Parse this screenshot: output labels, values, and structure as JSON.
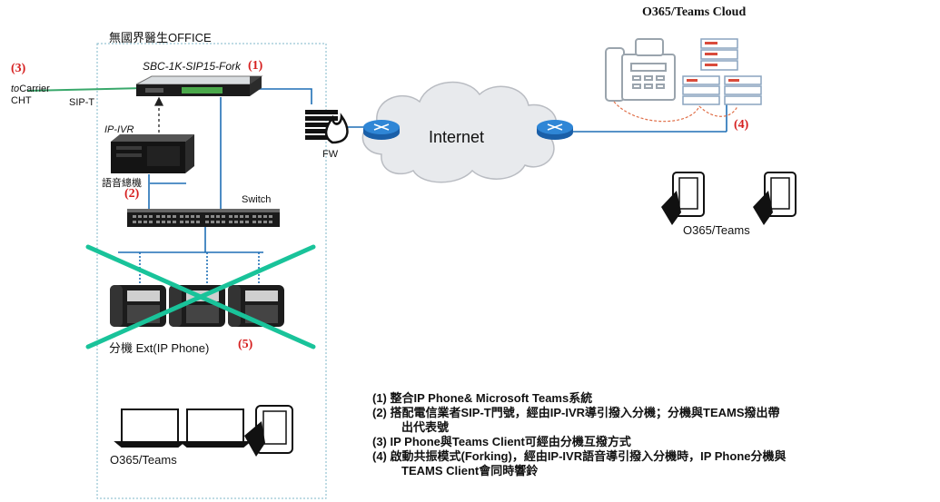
{
  "office": {
    "title": "無國界醫生OFFICE"
  },
  "cloud": {
    "title": "O365/Teams Cloud"
  },
  "carrier": {
    "marker": "(3)",
    "prefix": "to",
    "name": "Carrier",
    "sub": "CHT",
    "link_label": "SIP-T"
  },
  "sbc": {
    "label": "SBC-1K-SIP15-Fork",
    "marker": "(1)"
  },
  "ivr": {
    "label": "IP-IVR",
    "name": "語音總機",
    "marker": "(2)"
  },
  "switch": {
    "label": "Switch"
  },
  "firewall": {
    "label": "FW"
  },
  "internet": {
    "label": "Internet"
  },
  "cloud_marker": "(4)",
  "cloud_devices": {
    "label": "O365/Teams"
  },
  "phones": {
    "label": "分機 Ext(IP Phone)",
    "marker": "(5)"
  },
  "office_devices": {
    "label": "O365/Teams"
  },
  "notes": [
    {
      "line": "(1) 整合IP Phone& Microsoft Teams系統"
    },
    {
      "line": "(2) 搭配電信業者SIP-T門號，經由IP-IVR導引撥入分機；分機與TEAMS撥出帶",
      "cont": "出代表號"
    },
    {
      "line": "(3) IP Phone與Teams Client可經由分機互撥方式"
    },
    {
      "line": "(4) 啟動共振模式(Forking)，經由IP-IVR語音導引撥入分機時，IP Phone分機與",
      "cont": "TEAMS Client會同時響鈴"
    }
  ],
  "colors": {
    "link": "#1f6fb5",
    "cross": "#19c39a",
    "marker": "#d62020",
    "office_border": "#7fb7c9"
  },
  "icons": [
    "router-icon",
    "firewall-icon",
    "server-icon",
    "phone-icon",
    "mobile-icon",
    "laptop-icon",
    "patch-panel-icon"
  ]
}
